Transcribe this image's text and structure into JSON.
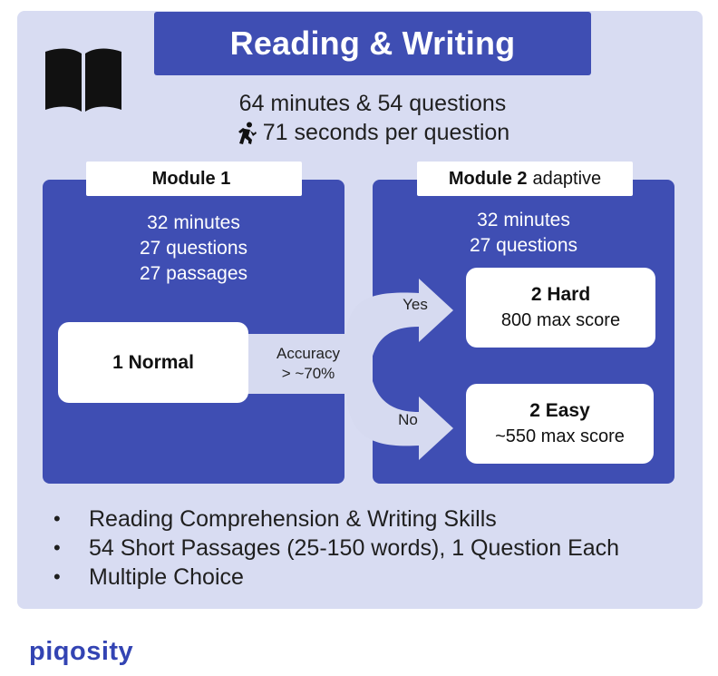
{
  "header": {
    "title": "Reading & Writing",
    "summary_line1": "64 minutes & 54 questions",
    "summary_line2": "71 seconds per question"
  },
  "icons": {
    "book": "book-icon",
    "runner": "runner-icon"
  },
  "module1": {
    "name": "Module 1",
    "stats": [
      "32 minutes",
      "27 questions",
      "27 passages"
    ],
    "node_label": "1 Normal"
  },
  "module2": {
    "name": "Module 2",
    "qualifier": "adaptive",
    "stats": [
      "32 minutes",
      "27 questions"
    ],
    "hard": {
      "title": "2 Hard",
      "subtitle": "800 max score"
    },
    "easy": {
      "title": "2 Easy",
      "subtitle": "~550 max score"
    }
  },
  "flow": {
    "accuracy_line1": "Accuracy",
    "accuracy_line2": "> ~70%",
    "yes": "Yes",
    "no": "No"
  },
  "bullets": [
    "Reading Comprehension & Writing Skills",
    "54 Short Passages (25-150 words), 1 Question Each",
    "Multiple Choice"
  ],
  "bullet_char": "•",
  "brand": "piqosity",
  "colors": {
    "panel": "#d8dcf2",
    "primary": "#3f4eb3",
    "arrow": "#d6daf0",
    "brand": "#3344b3"
  }
}
